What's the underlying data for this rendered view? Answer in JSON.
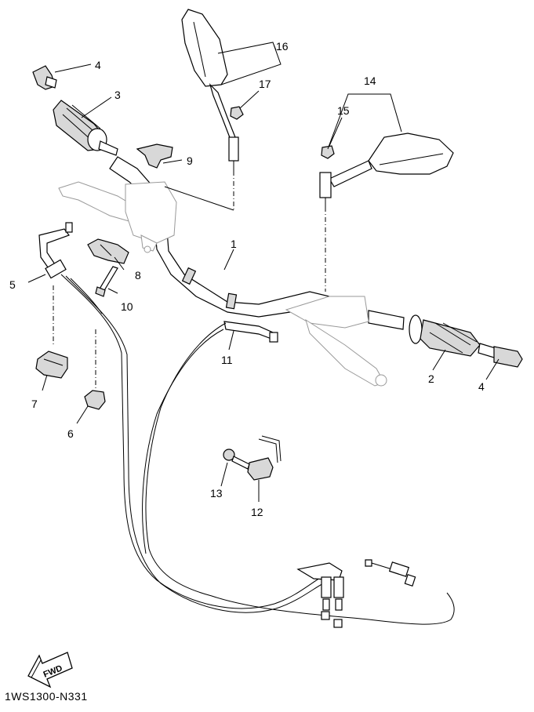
{
  "diagram": {
    "part_code": "1WS1300-N331",
    "fwd_label": "FWD",
    "callouts": [
      {
        "id": "c1",
        "label": "1"
      },
      {
        "id": "c2",
        "label": "2"
      },
      {
        "id": "c3",
        "label": "3"
      },
      {
        "id": "c4a",
        "label": "4"
      },
      {
        "id": "c4b",
        "label": "4"
      },
      {
        "id": "c5",
        "label": "5"
      },
      {
        "id": "c6",
        "label": "6"
      },
      {
        "id": "c7",
        "label": "7"
      },
      {
        "id": "c8",
        "label": "8"
      },
      {
        "id": "c9",
        "label": "9"
      },
      {
        "id": "c10",
        "label": "10"
      },
      {
        "id": "c11",
        "label": "11"
      },
      {
        "id": "c12",
        "label": "12"
      },
      {
        "id": "c13",
        "label": "13"
      },
      {
        "id": "c14",
        "label": "14"
      },
      {
        "id": "c15",
        "label": "15"
      },
      {
        "id": "c16",
        "label": "16"
      },
      {
        "id": "c17",
        "label": "17"
      }
    ]
  }
}
